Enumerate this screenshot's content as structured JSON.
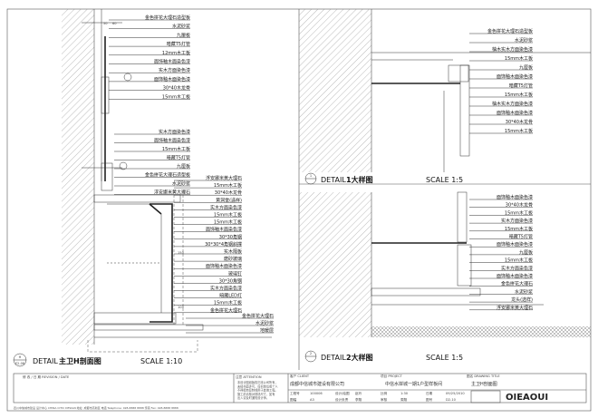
{
  "details": {
    "main": {
      "number": "H",
      "sheet": "E2-06",
      "prefix": "DETAIL",
      "title": "主卫H剖面图",
      "scale": "SCALE 1:10"
    },
    "detail1": {
      "number": "1",
      "prefix": "DETAIL",
      "title": "1大样图",
      "scale": "SCALE 1:5"
    },
    "detail2": {
      "number": "2",
      "prefix": "DETAIL",
      "title": "2大样图",
      "scale": "SCALE 1:5"
    }
  },
  "main_labels_top": [
    "金色拼花大理石造型板",
    "水泥砂浆",
    "九厘板",
    "暗藏T5灯管",
    "12mm木工板",
    "面饰釉木面染色漆",
    "实木方面染色漆",
    "面饰釉木面染色漆",
    "30*40木龙骨",
    "15mm木工板"
  ],
  "main_labels_mid": [
    "实木方面染色漆",
    "面饰釉木面染色漆",
    "15mm木工板",
    "暗藏T5灯管",
    "九厘板",
    "金色拼花大理石造型板",
    "水泥砂浆",
    "浮安娜米黄大理石"
  ],
  "main_labels_right": [
    "浮安娜米黄大理石",
    "15mm木工板",
    "30*40木龙骨",
    "黄洞堂(选样)",
    "实木方面染色漆",
    "15mm木工板",
    "15mm木工板",
    "面饰釉木面染色漆",
    "30*30角钢",
    "30*30*4角钢斜撑",
    "实木隔板",
    "磨砂玻璃",
    "面饰釉木面染色漆",
    "玻璃钉",
    "30*30角钢",
    "实木方面染色漆",
    "暗藏LED灯",
    "15mm木工板",
    "金色拼花大理石"
  ],
  "main_labels_bottom": [
    "金色拼花大理石",
    "水泥砂浆",
    "地暖层"
  ],
  "detail1_labels": [
    "金色拼花大理石造型板",
    "水泥砂浆",
    "柚木实木方面染色漆",
    "15mm木工板",
    "九厘板",
    "面饰釉木面染色漆",
    "暗藏T5灯管",
    "15mm木工板",
    "柚木实木方面染色漆",
    "面饰釉木面染色漆",
    "30*40木龙骨",
    "15mm木工板"
  ],
  "detail2_labels": [
    "面饰釉木面染色漆",
    "30*40木龙骨",
    "15mm木工板",
    "实木方面染色漆",
    "15mm木工板",
    "暗藏T5灯管",
    "面饰釉木面染色漆",
    "九厘板",
    "15mm木工板",
    "实木方面染色漆",
    "面饰釉木面染色漆",
    "金色拼花大理石",
    "水泥砂浆",
    "龙头(选样)",
    "浮安娜米黄大理石"
  ],
  "dimensions": {
    "d1": "50",
    "d2": "60",
    "d3": "100",
    "d4": "150"
  },
  "title_block": {
    "revision": "修 改 / 日 期  REVISION / DATE",
    "attention_label": "注意 ATTENTION",
    "attention_text": [
      "本设计图纸版权归本公司所有，",
      "未经书面许可，任何单位或个人",
      "不得擅自复制或用于其他工程。",
      "施工前请核对现场尺寸，如有",
      "出入请及时通知设计师。"
    ],
    "client_label": "客户 CLIENT",
    "client": "成都中信城市建设有限公司",
    "project_label": "项目 PROJECT",
    "project": "中信水岸城一期1户型样板间",
    "drawing_title_label": "图名 DRAWING TITLE",
    "drawing_title": "主卫H剖面图",
    "fields": [
      {
        "label": "工程号",
        "value": "100006"
      },
      {
        "label": "图幅",
        "value": "A3"
      },
      {
        "label": "设计/绘图",
        "value": "赵玲"
      },
      {
        "label": "设计负责",
        "value": "李翔"
      },
      {
        "label": "比例",
        "value": "1:30"
      },
      {
        "label": "审核",
        "value": "周翔"
      },
      {
        "label": "日期",
        "value": "09/25/2010"
      },
      {
        "label": "图号",
        "value": "D2-10"
      }
    ],
    "logo": "OIEAOUI",
    "footer": "四川中信城市建设 设计中心  CHINA CITIC DESIGN   地址: 成都市高新区   电话 Telephone: 028-8888 8888   传真 Fax: 028-8888 8888"
  }
}
